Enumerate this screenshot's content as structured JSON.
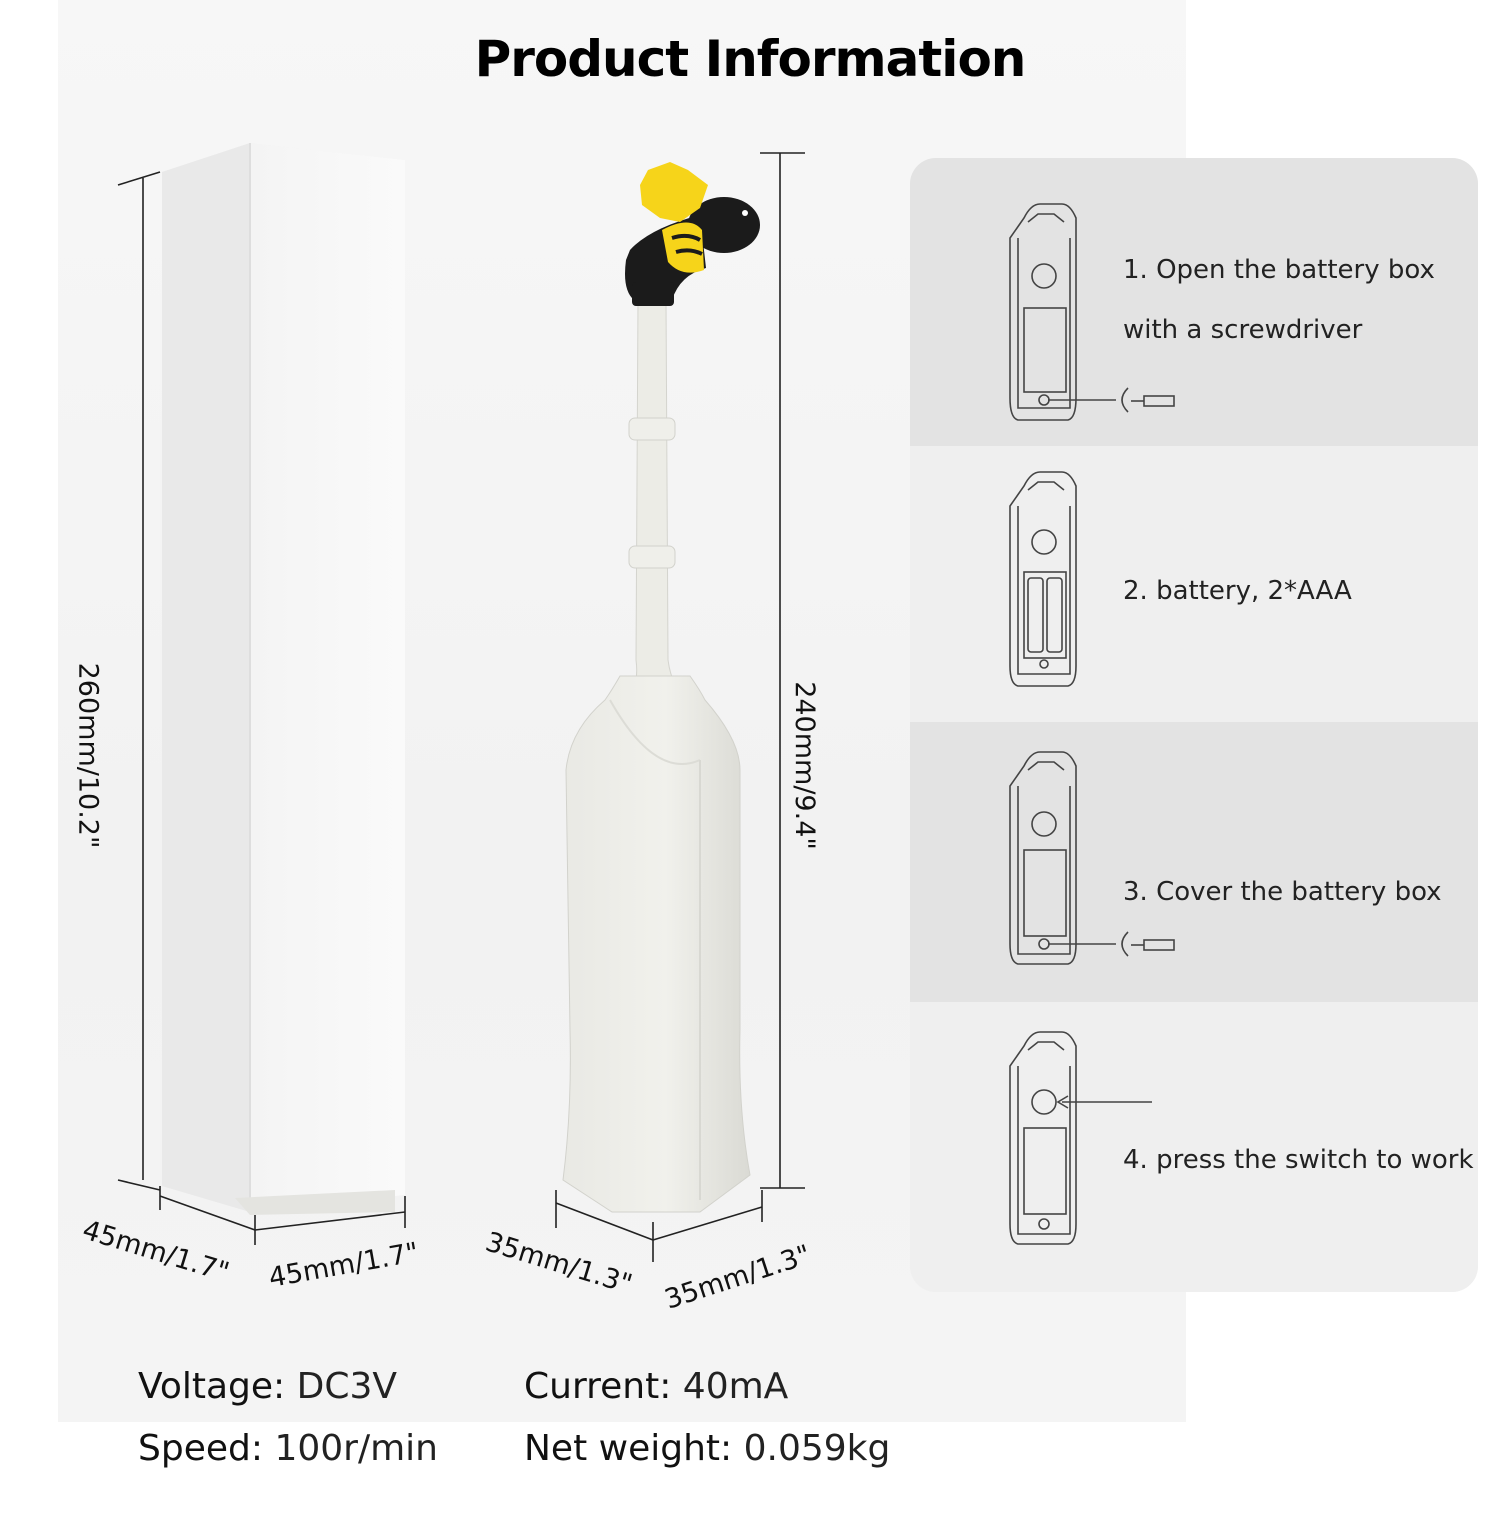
{
  "title": "Product Information",
  "dimensions": {
    "box_height": "260mm/10.2\"",
    "box_depth": "45mm/1.7\"",
    "box_width": "45mm/1.7\"",
    "product_height": "240mm/9.4\"",
    "product_depth": "35mm/1.3\"",
    "product_width": "35mm/1.3\""
  },
  "steps": [
    {
      "line1": "1. Open the battery box",
      "line2": "with a screwdriver",
      "icon": "remote-with-screwdriver-icon"
    },
    {
      "line1": "2. battery, 2*AAA",
      "line2": "",
      "icon": "remote-with-batteries-icon"
    },
    {
      "line1": "3. Cover the battery box",
      "line2": "",
      "icon": "remote-closed-screwdriver-icon"
    },
    {
      "line1": "4. press the switch to work",
      "line2": "",
      "icon": "remote-switch-arrow-icon"
    }
  ],
  "specs": {
    "voltage_label": "Voltage:",
    "voltage_value": "DC3V",
    "current_label": "Current:",
    "current_value": "40mA",
    "speed_label": "Speed:",
    "speed_value": "100r/min",
    "weight_label": "Net weight:",
    "weight_value": "0.059kg"
  },
  "colors": {
    "step_dark": "#e3e3e3",
    "step_light": "#efefef",
    "bee_yellow": "#f6d41a",
    "bee_black": "#1b1b1b",
    "product_body": "#eeeee8"
  }
}
